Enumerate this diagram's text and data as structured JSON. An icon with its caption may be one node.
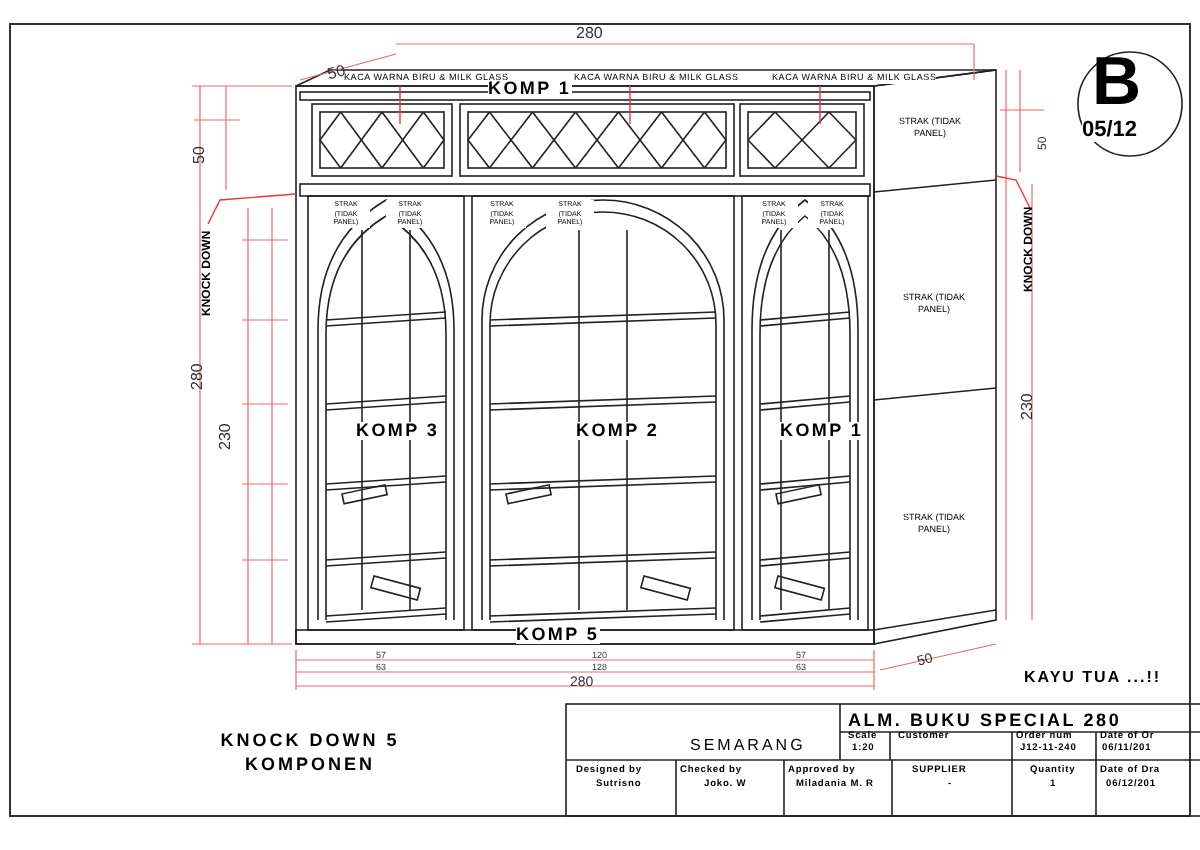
{
  "diagram": {
    "nodes": [
      {
        "text": [
          "KACA WARNA BIRU & MILK GLASS"
        ]
      },
      {
        "text": [
          "KACA WARNA BIRU & MILK GLASS"
        ]
      },
      {
        "text": [
          "KACA WARNA BIRU & MILK GLASS"
        ]
      },
      {
        "text": [
          "KNOCK DOWN"
        ]
      },
      {
        "text": [
          "KNOCK DOWN"
        ]
      }
    ],
    "edges": [
      {
        "from": 0,
        "to": null,
        "arrow": "none"
      },
      {
        "from": 1,
        "to": null,
        "arrow": "none"
      },
      {
        "from": 2,
        "to": null,
        "arrow": "none"
      },
      {
        "from": 3,
        "to": null,
        "arrow": "none"
      },
      {
        "from": 4,
        "to": null,
        "arrow": "none"
      }
    ],
    "labels": [
      "50",
      "280",
      "B",
      "05/12",
      "KOMP 1",
      "50",
      "STRAK (TIDAK PANEL)",
      "50",
      "STRAK (TIDAK PANEL)",
      "STRAK (TIDAK PANEL)",
      "STRAK (TIDAK PANEL)",
      "STRAK (TIDAK PANEL)",
      "STRAK (TIDAK PANEL)",
      "STRAK (TIDAK PANEL)",
      "STRAK (TIDAK PANEL)",
      "280",
      "230",
      "KOMP 3",
      "KOMP 2",
      "KOMP 1",
      "230",
      "STRAK (TIDAK PANEL)",
      "KOMP 5",
      "57",
      "120",
      "57",
      "63",
      "128",
      "63",
      "280",
      "50",
      "KAYU TUA ...!!",
      "KNOCK DOWN 5 KOMPONEN",
      "ALM. BUKU SPECIAL 280",
      "SEMARANG",
      "Scale",
      "1:20",
      "Customer",
      "Order num",
      "J12-11-240",
      "Date of Or",
      "06/11/201",
      "Designed by",
      "Sutrisno",
      "Checked by",
      "Joko. W",
      "Approved by",
      "Miladania M. R",
      "SUPPLIER",
      "-",
      "Quantity",
      "1",
      "Date of Dra",
      "06/12/201"
    ]
  }
}
